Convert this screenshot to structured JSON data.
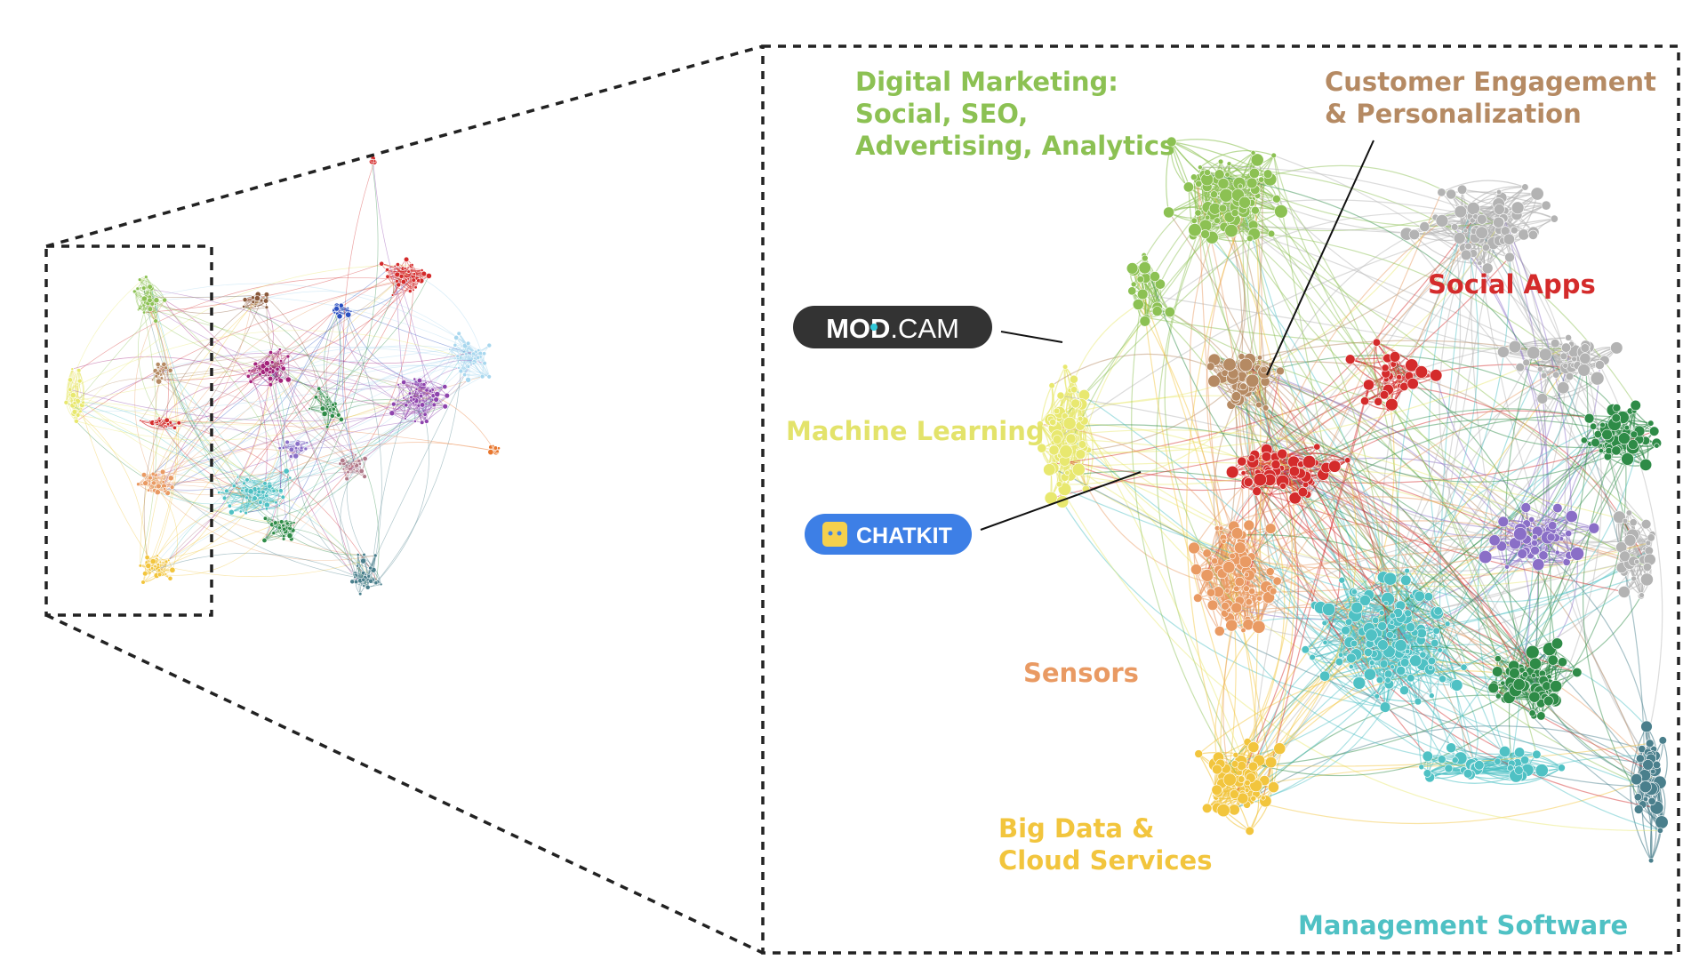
{
  "clusters": [
    {
      "id": "digital-marketing",
      "lines": [
        "Digital Marketing:",
        "Social, SEO,",
        "Advertising, Analytics"
      ],
      "color": "#8cc153"
    },
    {
      "id": "customer-engagement",
      "lines": [
        "Customer Engagement",
        "& Personalization"
      ],
      "color": "#b58a63"
    },
    {
      "id": "social-apps",
      "lines": [
        "Social Apps"
      ],
      "color": "#d42b2b"
    },
    {
      "id": "machine-learning",
      "lines": [
        "Machine Learning"
      ],
      "color": "#e3e36b"
    },
    {
      "id": "sensors",
      "lines": [
        "Sensors"
      ],
      "color": "#e99a63"
    },
    {
      "id": "big-data",
      "lines": [
        "Big Data &",
        "Cloud Services"
      ],
      "color": "#f2c53d"
    },
    {
      "id": "management-software",
      "lines": [
        "Management Software"
      ],
      "color": "#4fc1c4"
    }
  ],
  "logos": {
    "modcam": {
      "text_bold": "MOD",
      "text_light": ".CAM",
      "bg": "#333333",
      "accent": "#2fc6d6"
    },
    "chatkit": {
      "text": "CHATKIT",
      "bg": "#3d7fe6",
      "icon_color": "#f5d04c"
    }
  },
  "palette": {
    "green": "#8cc153",
    "tan": "#b58a63",
    "red": "#d42b2b",
    "yellow": "#e8e86f",
    "salmon": "#e99a63",
    "gold": "#f2c53d",
    "cyan": "#4fc1c4",
    "darkgreen": "#2e8b47",
    "purple": "#8a6fc7",
    "gray": "#b3b3b3",
    "teal": "#4a7f8c",
    "magenta": "#a3227a",
    "violet": "#8e44ad",
    "lightblue": "#a8d7ee",
    "orange": "#e8772e",
    "blue": "#2a4fc0",
    "brown": "#8a5a3c",
    "mauve": "#b07b8a"
  }
}
